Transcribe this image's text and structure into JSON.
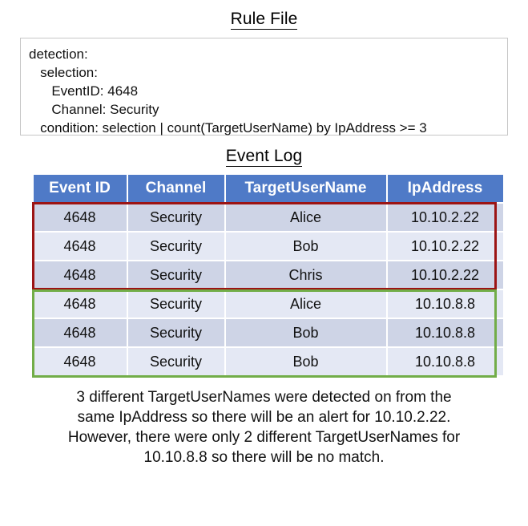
{
  "rule_section": {
    "title": "Rule File",
    "lines": [
      "detection:",
      "   selection:",
      "      EventID: 4648",
      "      Channel: Security",
      "   condition: selection | count(TargetUserName) by IpAddress >= 3"
    ]
  },
  "log_section": {
    "title": "Event Log",
    "columns": [
      "Event ID",
      "Channel",
      "TargetUserName",
      "IpAddress"
    ],
    "rows": [
      {
        "event_id": "4648",
        "channel": "Security",
        "user": "Alice",
        "ip": "10.10.2.22"
      },
      {
        "event_id": "4648",
        "channel": "Security",
        "user": "Bob",
        "ip": "10.10.2.22"
      },
      {
        "event_id": "4648",
        "channel": "Security",
        "user": "Chris",
        "ip": "10.10.2.22"
      },
      {
        "event_id": "4648",
        "channel": "Security",
        "user": "Alice",
        "ip": "10.10.8.8"
      },
      {
        "event_id": "4648",
        "channel": "Security",
        "user": "Bob",
        "ip": "10.10.8.8"
      },
      {
        "event_id": "4648",
        "channel": "Security",
        "user": "Bob",
        "ip": "10.10.8.8"
      }
    ]
  },
  "highlights": {
    "match_group_color": "#9c1414",
    "nomatch_group_color": "#72ad48"
  },
  "colors": {
    "header_blue": "#4f7ac7",
    "row_dark": "#ced4e6",
    "row_light": "#e4e8f4",
    "rule_box_border": "#c7c7c7"
  },
  "caption": {
    "text": "3 different TargetUserNames were detected on from the same IpAddress so there will be an alert for 10.10.2.22. However, there were only 2 different TargetUserNames for 10.10.8.8 so there will be no match."
  }
}
